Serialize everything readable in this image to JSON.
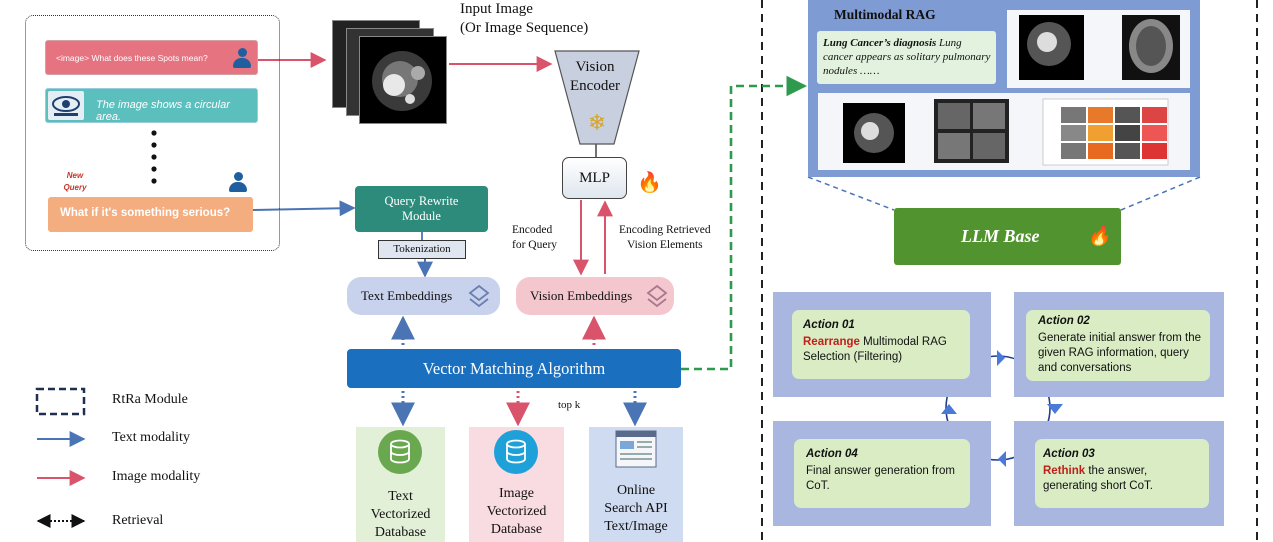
{
  "chat": {
    "user_message": "<image> What does these  Spots mean?",
    "assistant_message": "The image shows a circular area.",
    "new_query_label": "New Query",
    "new_query": "What if it's something serious?"
  },
  "input": {
    "label_line1": "Input Image",
    "label_line2": "(Or Image Sequence)"
  },
  "vision_encoder": {
    "line1": "Vision",
    "line2": "Encoder"
  },
  "mlp": "MLP",
  "encoded_for_query": {
    "line1": "Encoded",
    "line2": "for Query"
  },
  "encoding_retrieved": {
    "line1": "Encoding Retrieved",
    "line2": "Vision Elements"
  },
  "query_rewrite": {
    "line1": "Query Rewrite",
    "line2": "Module"
  },
  "tokenization": "Tokenization",
  "text_embeddings": "Text Embeddings",
  "vision_embeddings": "Vision  Embeddings",
  "vector_matching": "Vector Matching Algorithm",
  "top_k": "top k",
  "databases": [
    {
      "lines": [
        "Text",
        "Vectorized",
        "Database"
      ]
    },
    {
      "lines": [
        "Image",
        "Vectorized",
        "Database"
      ]
    },
    {
      "lines": [
        "Online",
        "Search API",
        "Text/Image"
      ]
    }
  ],
  "legend": [
    {
      "label": "RtRa Module"
    },
    {
      "label": "Text modality"
    },
    {
      "label": "Image modality"
    },
    {
      "label": "Retrieval"
    }
  ],
  "rag": {
    "title": "Multimodal RAG",
    "text_bold": "Lung Cancer’s diagnosis",
    "text_rest": " Lung cancer appears as solitary pulmonary nodules ……"
  },
  "llm_base": "LLM Base",
  "actions": [
    {
      "title": "Action 01",
      "highlight": "Rearrange",
      "text": " Multimodal RAG Selection (Filtering)"
    },
    {
      "title": "Action 02",
      "highlight": "",
      "text": "Generate initial answer from the given RAG information, query and conversations"
    },
    {
      "title": "Action 03",
      "highlight": "Rethink",
      "text": " the answer, generating short CoT."
    },
    {
      "title": "Action 04",
      "highlight": "",
      "text": "Final answer generation from CoT."
    }
  ],
  "colors": {
    "text_modality": "#4a74b4",
    "image_modality": "#d9546a",
    "rtra_dashed": "#1f2f4f",
    "match_link": "#2e9a4e",
    "vector_matching_fill": "#1a6fbf",
    "llm_fill": "#51932f",
    "action_fill": "#d9ecc4",
    "action_highlight": "#c0201a"
  }
}
